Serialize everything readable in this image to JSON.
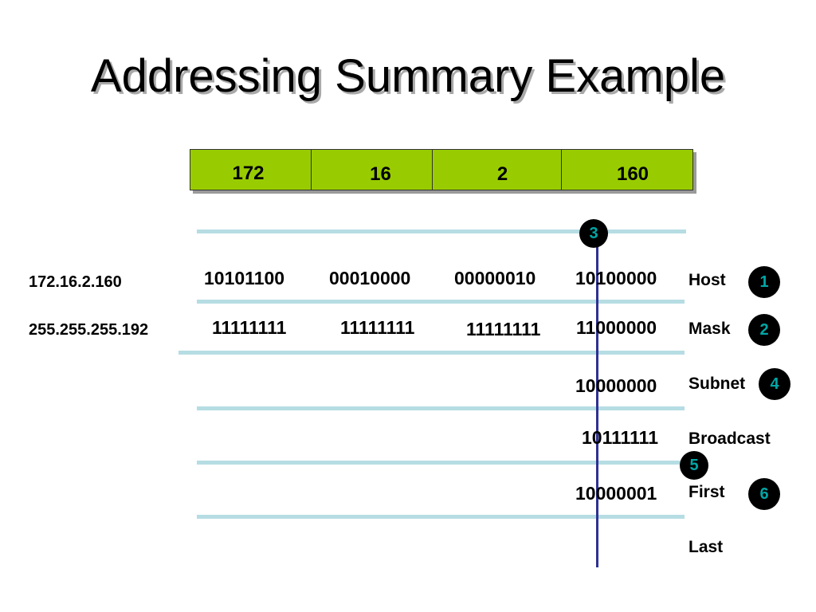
{
  "title": "Addressing Summary Example",
  "octets": [
    "172",
    "16",
    "2",
    "160"
  ],
  "host_ip": "172.16.2.160",
  "mask_ip": "255.255.255.192",
  "rows": {
    "host": {
      "label": "Host",
      "bits": [
        "10101100",
        "00010000",
        "00000010",
        "10100000"
      ]
    },
    "mask": {
      "label": "Mask",
      "bits": [
        "11111111",
        "11111111",
        "11111111",
        "11000000"
      ]
    },
    "subnet": {
      "label": "Subnet",
      "bits": "10000000"
    },
    "broadcast": {
      "label": "Broadcast",
      "bits": "10111111"
    },
    "first": {
      "label": "First",
      "bits": "10000001"
    },
    "last": {
      "label": "Last"
    }
  },
  "steps": [
    "1",
    "2",
    "3",
    "4",
    "5",
    "6"
  ],
  "colors": {
    "octet_fill": "#99cc00",
    "rule": "#b6dde3",
    "divider": "#2e3192",
    "step_circle": "#000000",
    "step_number": "#00a6a6"
  }
}
